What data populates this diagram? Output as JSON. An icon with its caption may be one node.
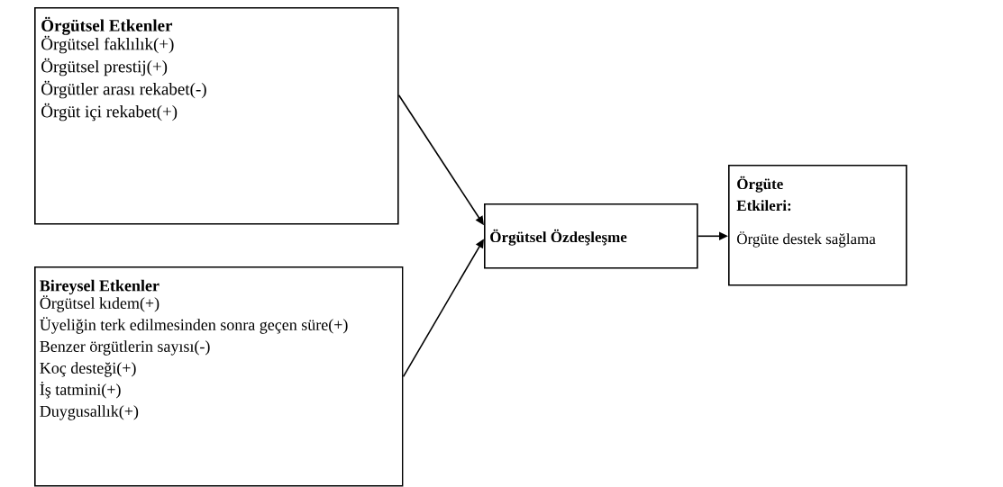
{
  "diagram": {
    "nodes": [
      {
        "text": [
          "Örgütsel Etkenler",
          "Örgütsel faklılık(+)",
          "Örgütsel prestij(+)",
          "Örgütler arası rekabet(-)",
          "Örgüt içi rekabet(+)"
        ]
      },
      {
        "text": [
          "Bireysel Etkenler",
          "Örgütsel kıdem(+)",
          "Üyeliğin terk edilmesinden sonra geçen süre(+)",
          "Benzer örgütlerin sayısı(-)",
          "Koç desteği(+)",
          "İş tatmini(+)",
          "Duygusallık(+)"
        ]
      },
      {
        "text": [
          "Örgütsel Özdeşleşme"
        ]
      },
      {
        "text": [
          "Örgüte Etkileri:",
          "Örgüte destek sağlama"
        ]
      }
    ],
    "edges": [
      {
        "from": 0,
        "to": 2,
        "arrow": "to"
      },
      {
        "from": 1,
        "to": 2,
        "arrow": "to"
      },
      {
        "from": 2,
        "to": 3,
        "arrow": "to"
      }
    ]
  }
}
